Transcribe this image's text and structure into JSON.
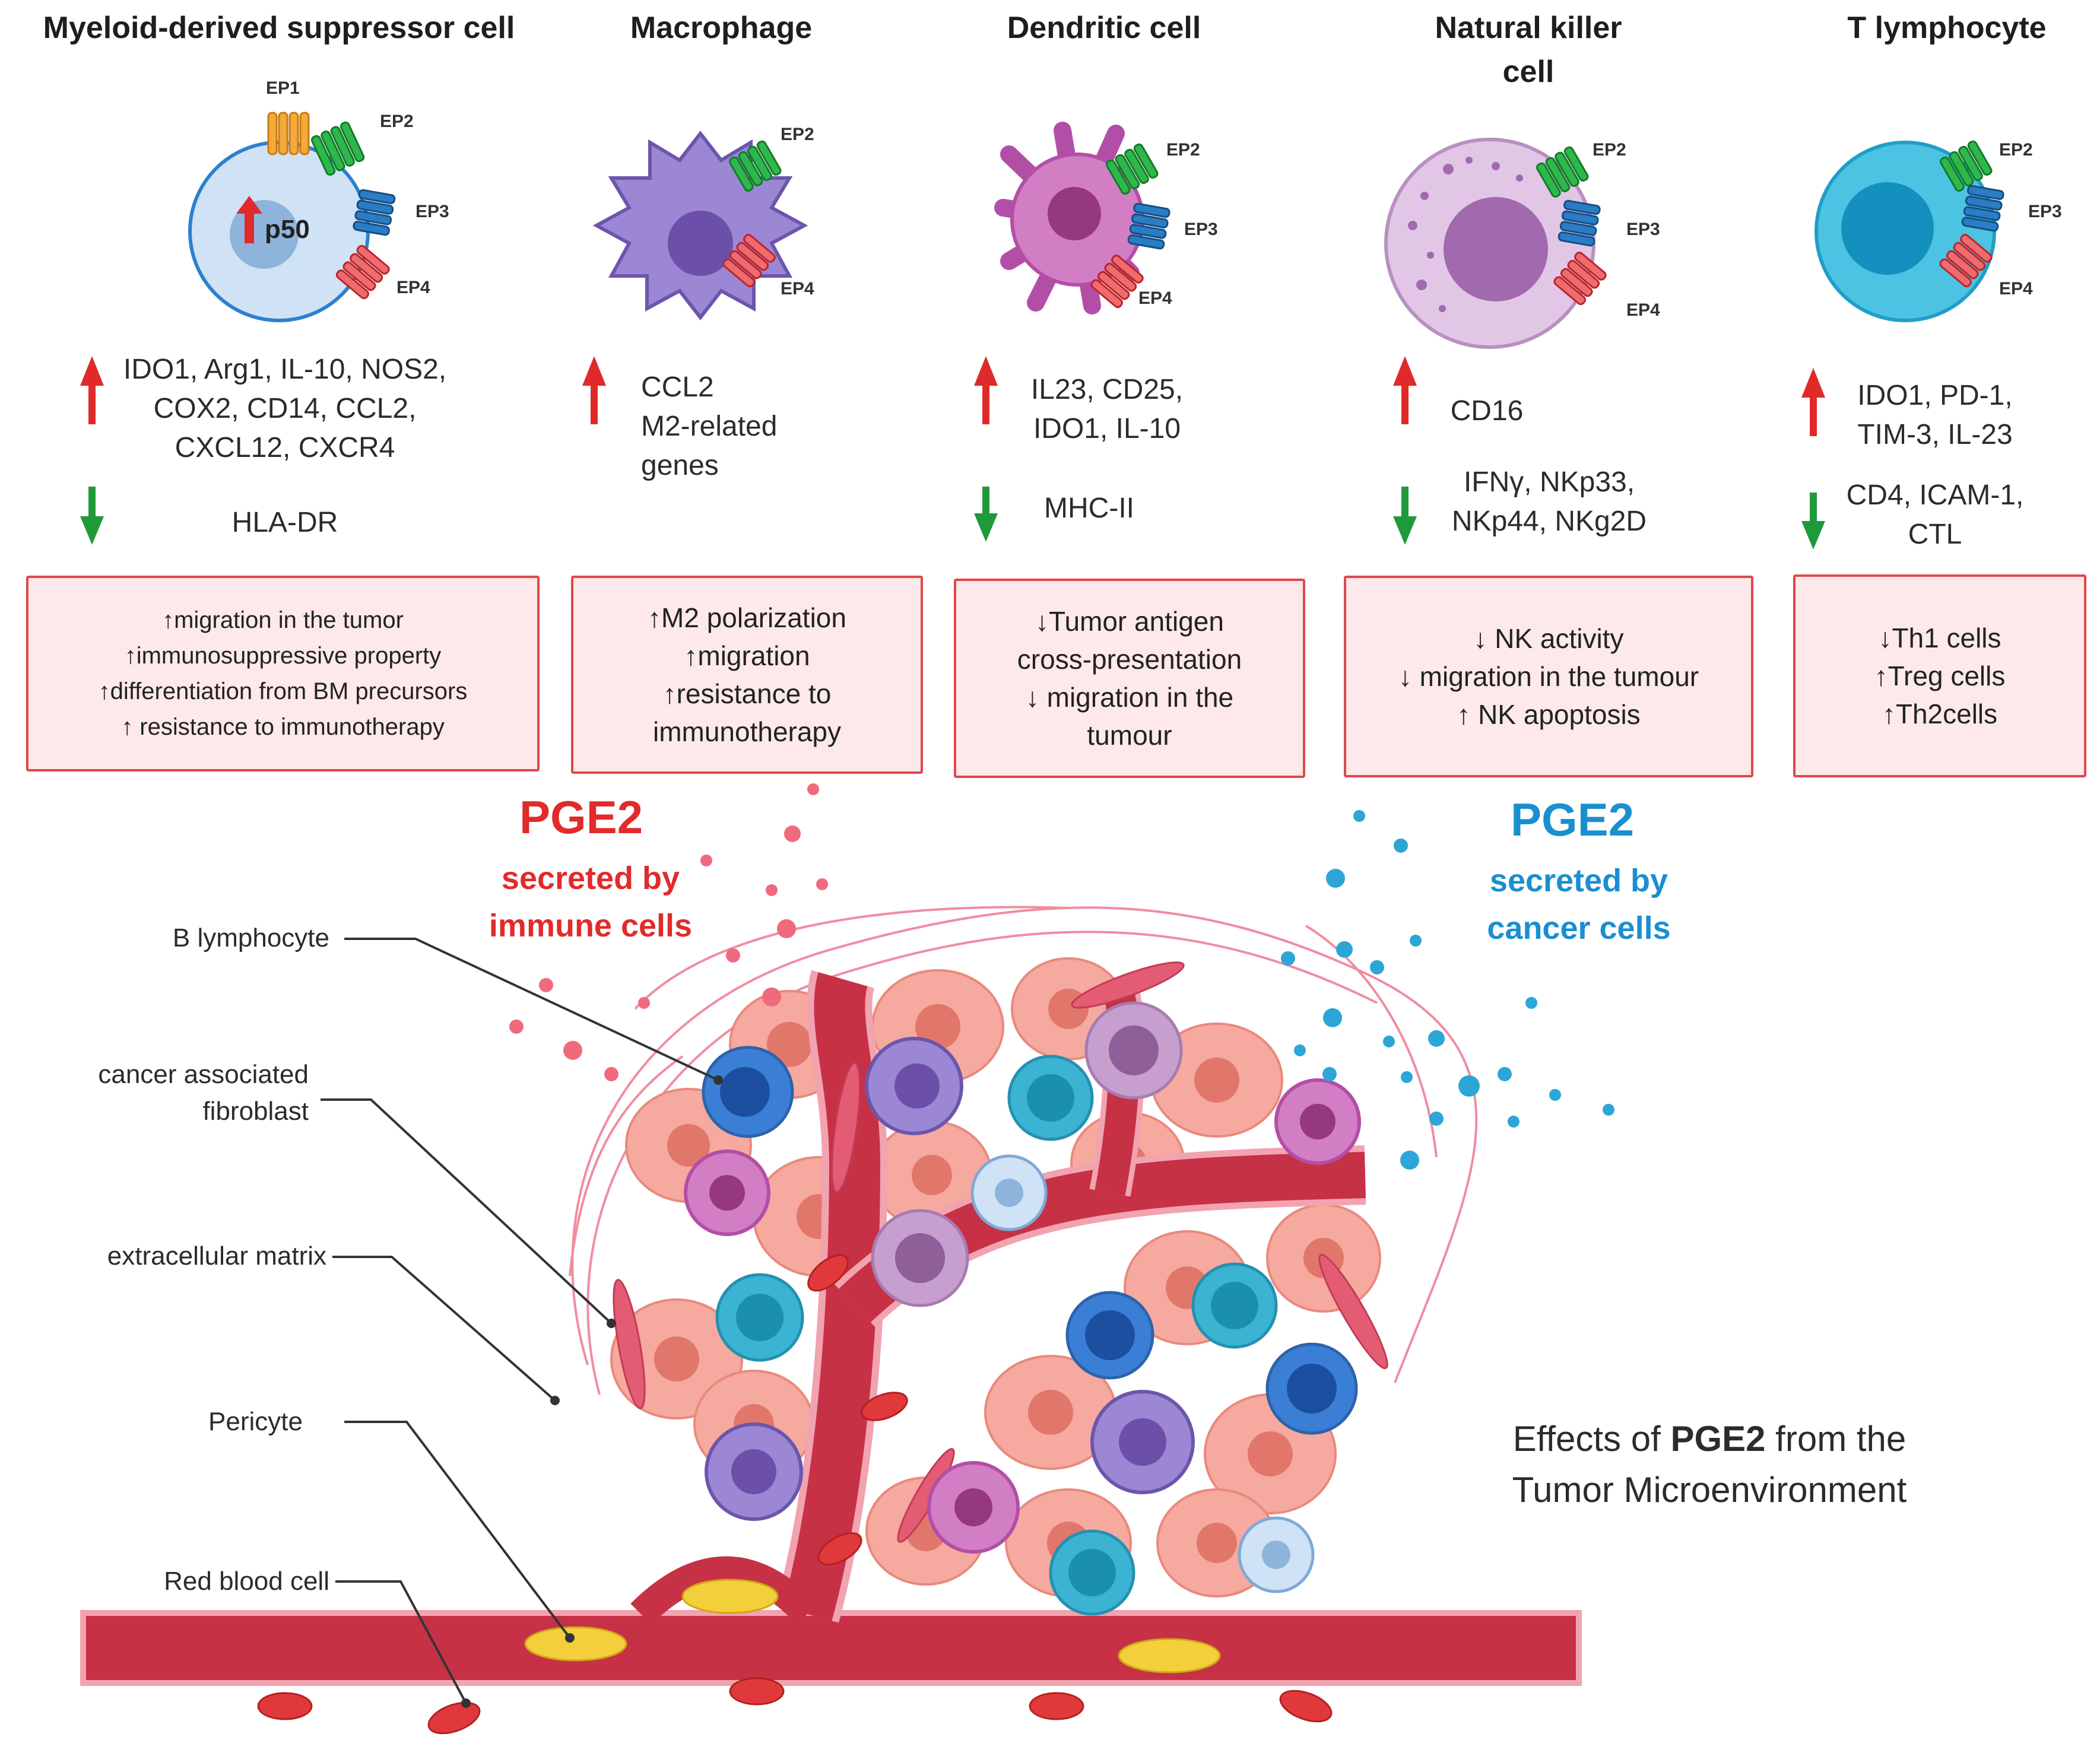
{
  "cells": [
    {
      "title": [
        "Myeloid-derived suppressor cell"
      ],
      "receptors": [
        "EP1",
        "EP2",
        "EP3",
        "EP4"
      ],
      "marker": "p50",
      "up": [
        "IDO1, Arg1, IL-10, NOS2,",
        "COX2, CD14, CCL2,",
        "CXCL12, CXCR4"
      ],
      "down": [
        "HLA-DR"
      ],
      "effects": [
        "↑migration in the tumor",
        "↑immunosuppressive property",
        "↑differentiation from BM precursors",
        "↑ resistance to immunotherapy"
      ]
    },
    {
      "title": [
        "Macrophage"
      ],
      "receptors": [
        "EP2",
        "EP4"
      ],
      "up": [
        "CCL2",
        "M2-related",
        "genes"
      ],
      "effects": [
        "↑M2 polarization",
        "↑migration",
        "↑resistance to",
        "immunotherapy"
      ]
    },
    {
      "title": [
        "Dendritic cell"
      ],
      "receptors": [
        "EP2",
        "EP3",
        "EP4"
      ],
      "up": [
        "IL23, CD25,",
        "IDO1, IL-10"
      ],
      "down": [
        "MHC-II"
      ],
      "effects": [
        "↓Tumor antigen",
        "cross-presentation",
        "↓ migration in the",
        "tumour"
      ]
    },
    {
      "title": [
        "Natural killer",
        "cell"
      ],
      "receptors": [
        "EP2",
        "EP3",
        "EP4"
      ],
      "up": [
        "CD16"
      ],
      "down": [
        "IFNγ, NKp33,",
        "NKp44, NKg2D"
      ],
      "effects": [
        "↓  NK activity",
        "↓ migration in the tumour",
        "↑ NK apoptosis"
      ]
    },
    {
      "title": [
        "T lymphocyte"
      ],
      "receptors": [
        "EP2",
        "EP3",
        "EP4"
      ],
      "up": [
        "IDO1, PD-1,",
        "TIM-3, IL-23"
      ],
      "down": [
        "CD4, ICAM-1,",
        "CTL"
      ],
      "effects": [
        "↓Th1 cells",
        "↑Treg cells",
        "↑Th2cells"
      ]
    }
  ],
  "pge2_immune": {
    "title": "PGE2",
    "sub": [
      "secreted by",
      "immune cells"
    ]
  },
  "pge2_cancer": {
    "title": "PGE2",
    "sub": [
      "secreted by",
      "cancer cells"
    ]
  },
  "labels": {
    "b_lymphocyte": [
      "B lymphocyte"
    ],
    "caf": [
      "cancer associated",
      "fibroblast"
    ],
    "ecm": [
      "extracellular matrix"
    ],
    "pericyte": [
      "Pericyte"
    ],
    "rbc": [
      "Red blood cell"
    ]
  },
  "caption": {
    "pre": "Effects of ",
    "bold": "PGE2",
    "post": " from the",
    "line2": "Tumor Microenvironment"
  },
  "colors": {
    "up_arrow": "#e02a2a",
    "down_arrow": "#1f9a3a",
    "box_border": "#e0474c",
    "box_fill": "#fde9ea",
    "pge2_immune": "#e12b2b",
    "pge2_cancer": "#1a8fd0"
  }
}
